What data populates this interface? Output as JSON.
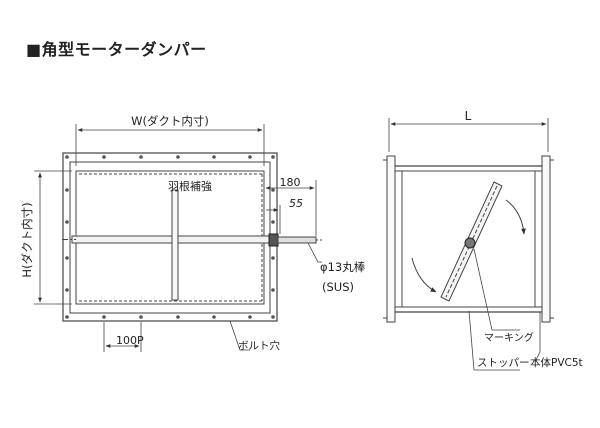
{
  "title": "■角型モーターダンパー",
  "labels": {
    "width": "W(ダクト内寸)",
    "height": "H(ダクト内寸)",
    "length": "L",
    "rib": "羽根補強",
    "dim180": "180",
    "dim55": "55",
    "rod": "φ13丸棒",
    "rod_material": "(SUS)",
    "pitch": "100P",
    "bolt_hole": "ボルト穴",
    "marking": "マーキング",
    "stopper": "ストッパー",
    "body": "本体PVC5t"
  }
}
